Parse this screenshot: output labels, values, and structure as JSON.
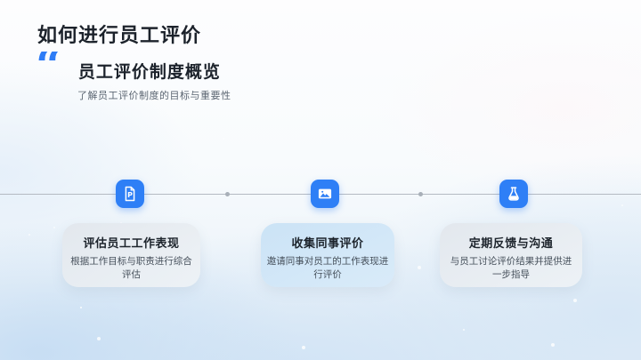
{
  "slide": {
    "title": "如何进行员工评价",
    "quote_mark": "“",
    "quote_heading": "员工评价制度概览",
    "subtitle": "了解员工评价制度的目标与重要性",
    "accent_color": "#2E7FF6",
    "timeline": {
      "steps": [
        {
          "icon": "document-p-icon",
          "title": "评估员工工作表现",
          "desc": "根据工作目标与职责进行综合评估"
        },
        {
          "icon": "image-icon",
          "title": "收集同事评价",
          "desc": "邀请同事对员工的工作表现进行评价"
        },
        {
          "icon": "flask-icon",
          "title": "定期反馈与沟通",
          "desc": "与员工讨论评价结果并提供进一步指导"
        }
      ]
    }
  }
}
